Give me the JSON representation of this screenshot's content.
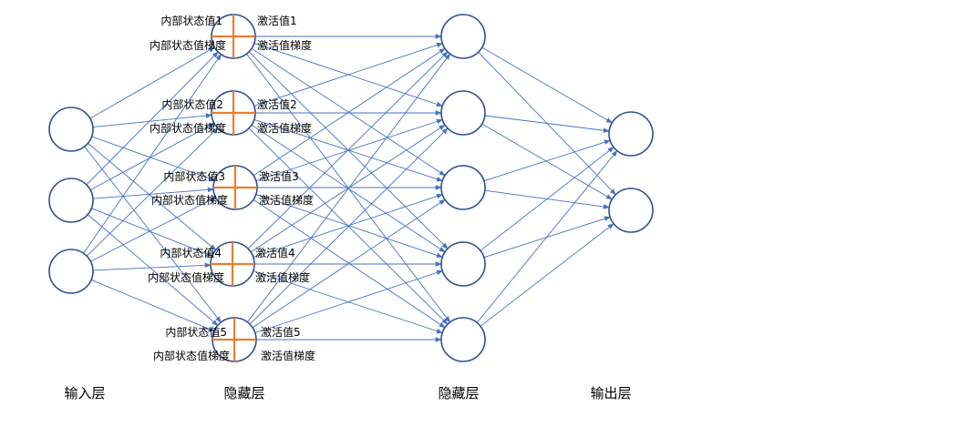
{
  "layers": {
    "input": "输入层",
    "hidden1": "隐藏层",
    "hidden2": "隐藏层",
    "output": "输出层"
  },
  "hidden1_nodes": [
    {
      "internal": "内部状态值1",
      "internal_grad": "内部状态值梯度",
      "activation": "激活值1",
      "activation_grad": "激活值梯度"
    },
    {
      "internal": "内部状态值2",
      "internal_grad": "内部状态值梯度",
      "activation": "激活值2",
      "activation_grad": "激活值梯度"
    },
    {
      "internal": "内部状态值3",
      "internal_grad": "内部状态值梯度",
      "activation": "激活值3",
      "activation_grad": "激活值梯度"
    },
    {
      "internal": "内部状态值4",
      "internal_grad": "内部状态值梯度",
      "activation": "激活值4",
      "activation_grad": "激活值梯度"
    },
    {
      "internal": "内部状态值5",
      "internal_grad": "内部状态值梯度",
      "activation": "激活值5",
      "activation_grad": "激活值梯度"
    }
  ],
  "colors": {
    "edge": "#4472c4",
    "node_stroke": "#2f4f8f",
    "cross": "#ed7d31"
  }
}
